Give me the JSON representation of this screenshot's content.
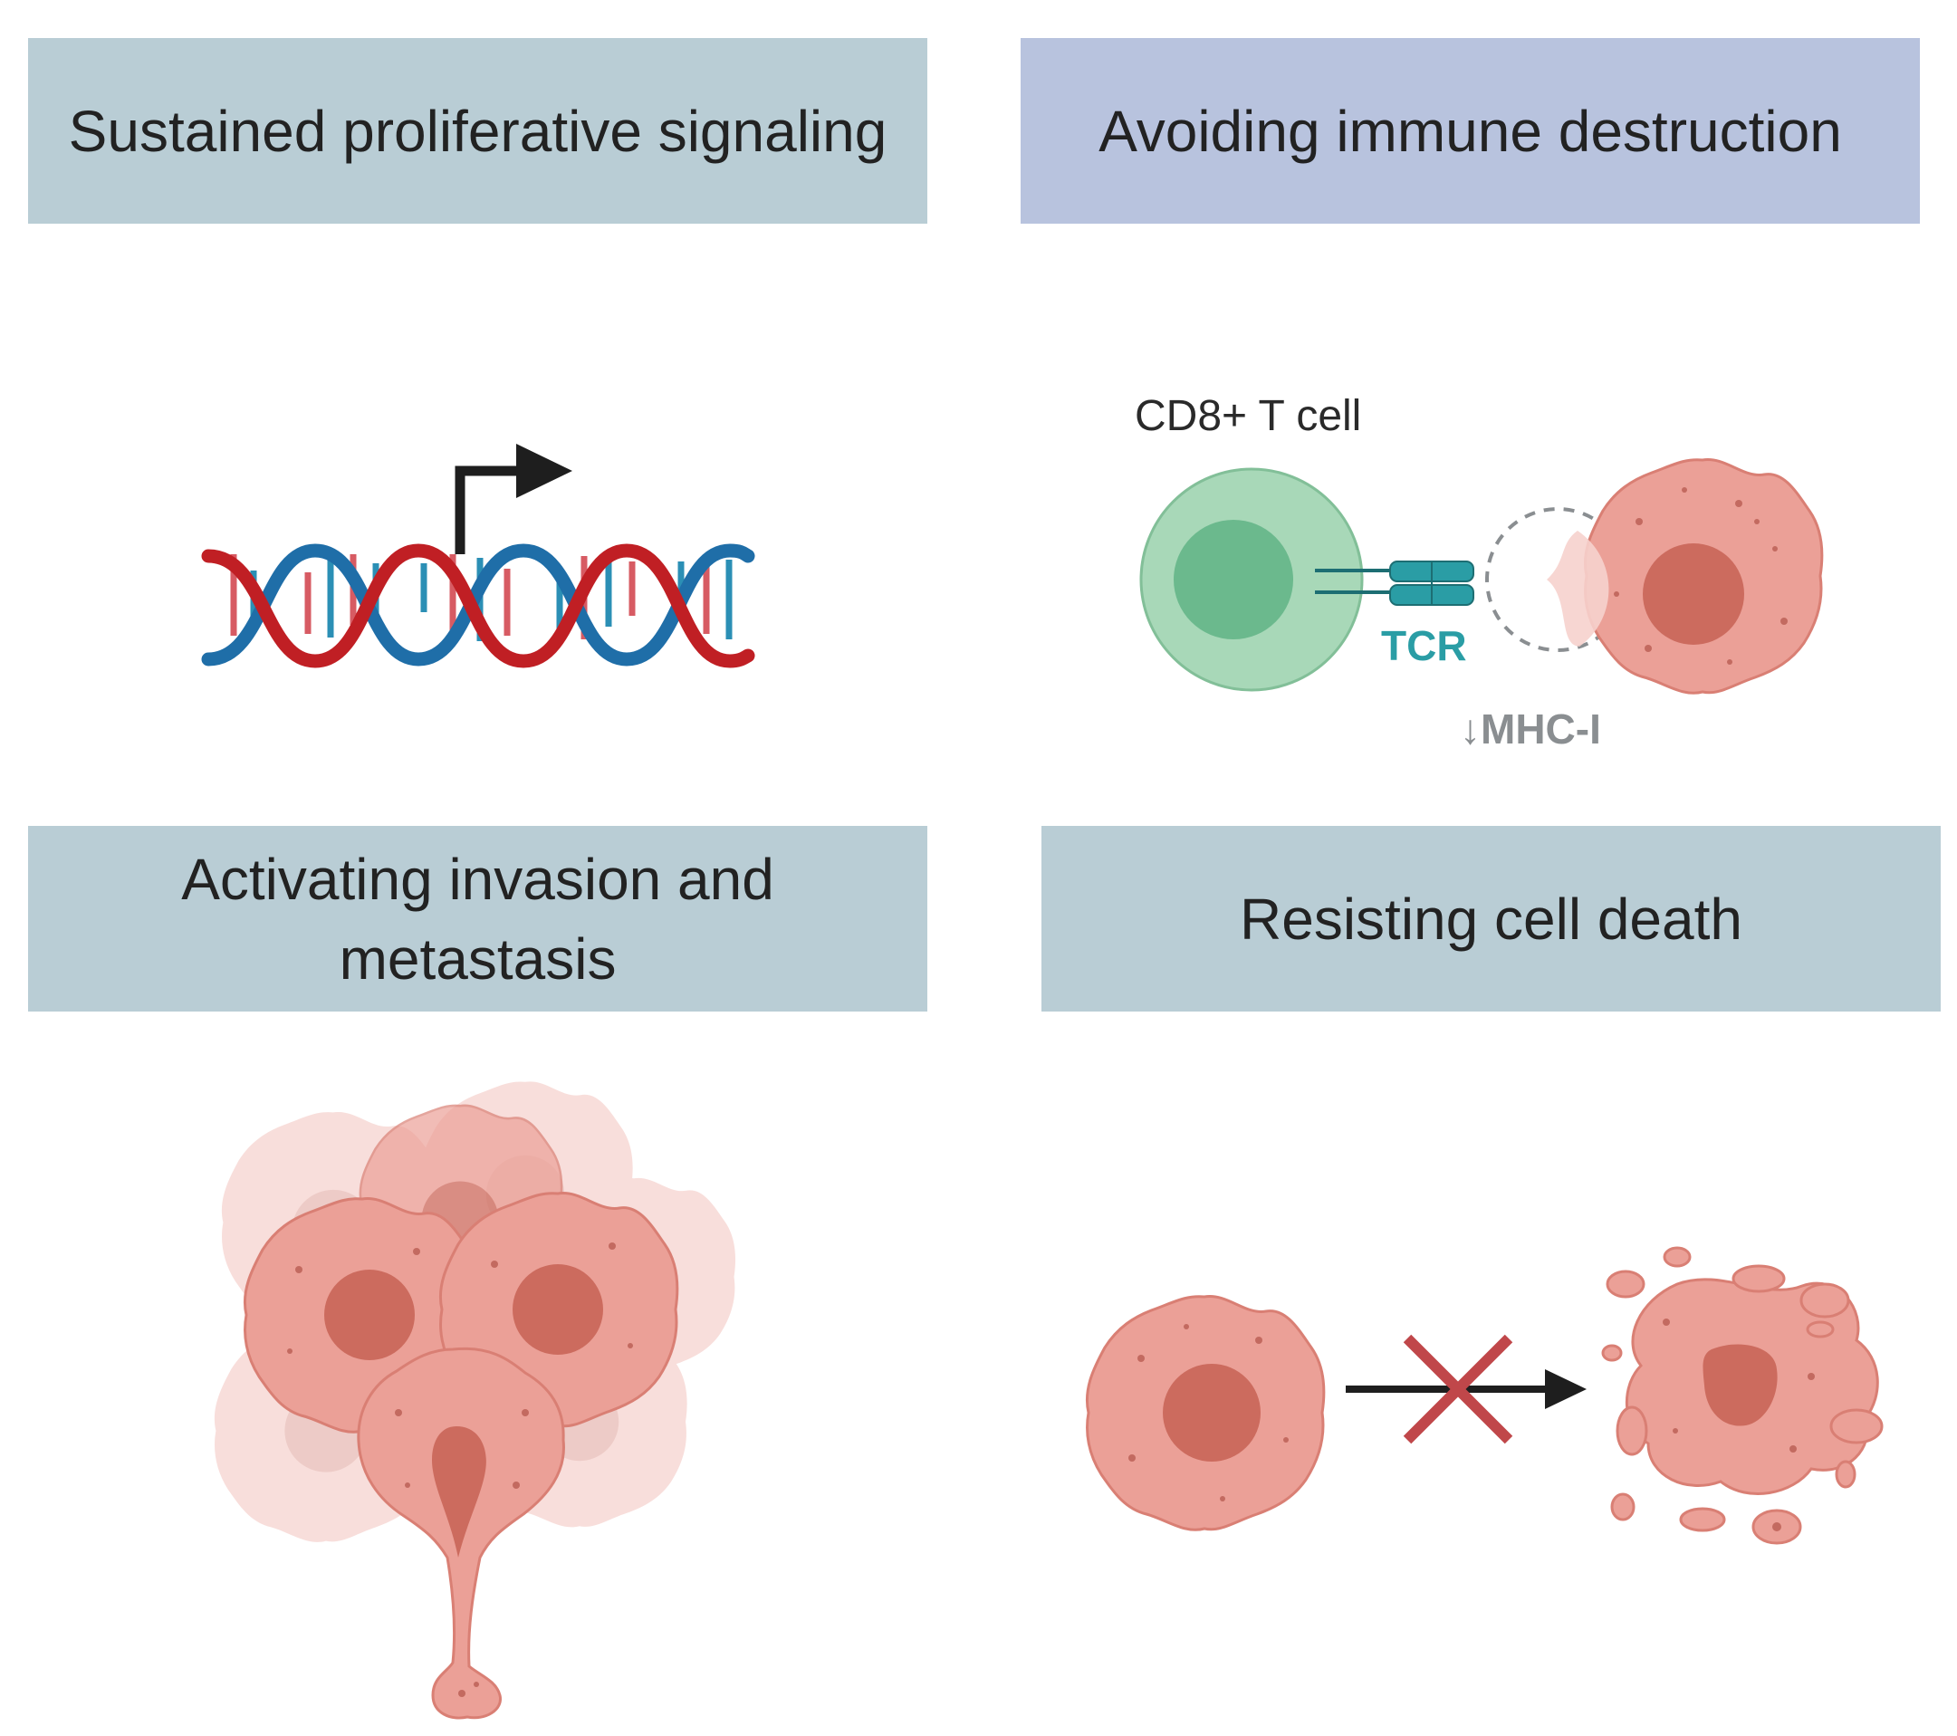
{
  "panels": [
    {
      "title": "Sustained proliferative signaling",
      "color": "#b9cdd5"
    },
    {
      "title": "Avoiding immune destruction",
      "color": "#b8c3de"
    },
    {
      "title": "Activating invasion and metastasis",
      "color": "#b9cdd5"
    },
    {
      "title": "Resisting cell death",
      "color": "#b9cdd5"
    }
  ],
  "labels": {
    "t_cell": "CD8+ T cell",
    "tcr": "TCR",
    "mhc": "↓MHC-I"
  },
  "colors": {
    "dna_blue": "#1f6ea8",
    "dna_red": "#c01f24",
    "tumor_cell": "#eba097",
    "tumor_nucleus": "#cc6b5e",
    "t_cell": "#a8d8b8",
    "t_cell_nucleus": "#6bb98d",
    "tcr": "#2a9da5",
    "block_x": "#c0474a"
  },
  "icons": [
    "dna-helix-icon",
    "transcription-arrow-icon",
    "t-cell-icon",
    "tumor-cell-icon",
    "cell-cluster-icon",
    "apoptotic-cell-icon",
    "blocked-arrow-icon"
  ]
}
